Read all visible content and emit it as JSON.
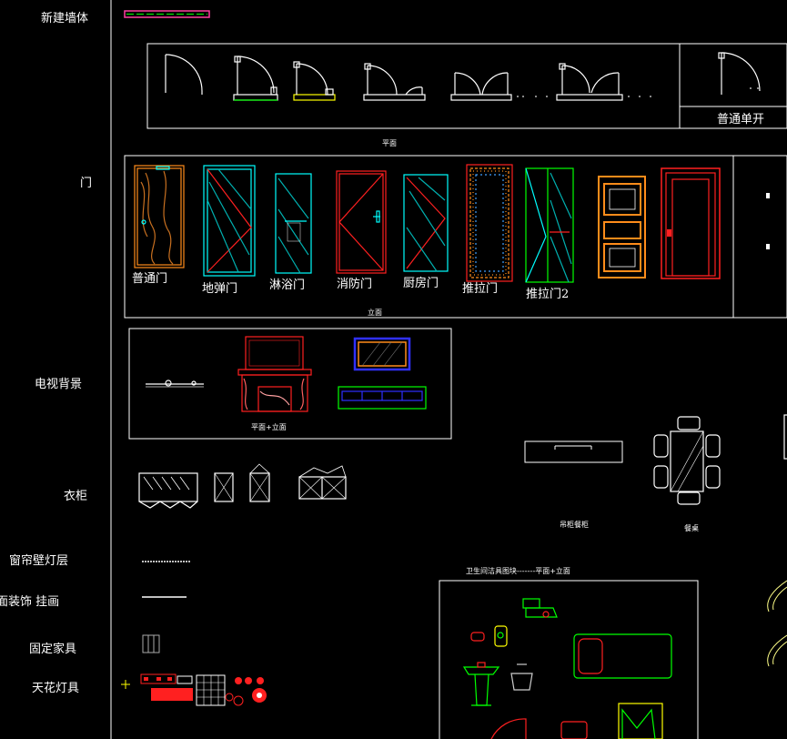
{
  "categories": {
    "new_wall": "新建墙体",
    "door": "门",
    "tv_background": "电视背景",
    "wardrobe": "衣柜",
    "curtain_wall_lamp": "窗帘壁灯层",
    "wall_decor": "面装饰 挂画",
    "fixed_furniture": "固定家具",
    "ceiling_lamp": "天花灯具"
  },
  "door_plan": {
    "caption": "平面",
    "single_swing_label": "普通单开"
  },
  "door_elevations": {
    "caption": "立面",
    "items": [
      "普通门",
      "地弹门",
      "淋浴门",
      "消防门",
      "厨房门",
      "推拉门",
      "推拉门2"
    ]
  },
  "tv_panel": {
    "caption": "平面+立面"
  },
  "dining": {
    "sideboard_caption": "吊柜餐柜",
    "table_caption": "餐桌"
  },
  "bathroom": {
    "title": "卫生间洁具图块-------平面+立面"
  },
  "colors": {
    "background": "#000000",
    "line_white": "#ffffff",
    "cad_red": "#ff2020",
    "cad_green": "#00ff00",
    "cad_cyan": "#00ffff",
    "cad_orange": "#ff8c1a",
    "cad_blue": "#3030ff",
    "cad_yellow": "#ffff00"
  }
}
